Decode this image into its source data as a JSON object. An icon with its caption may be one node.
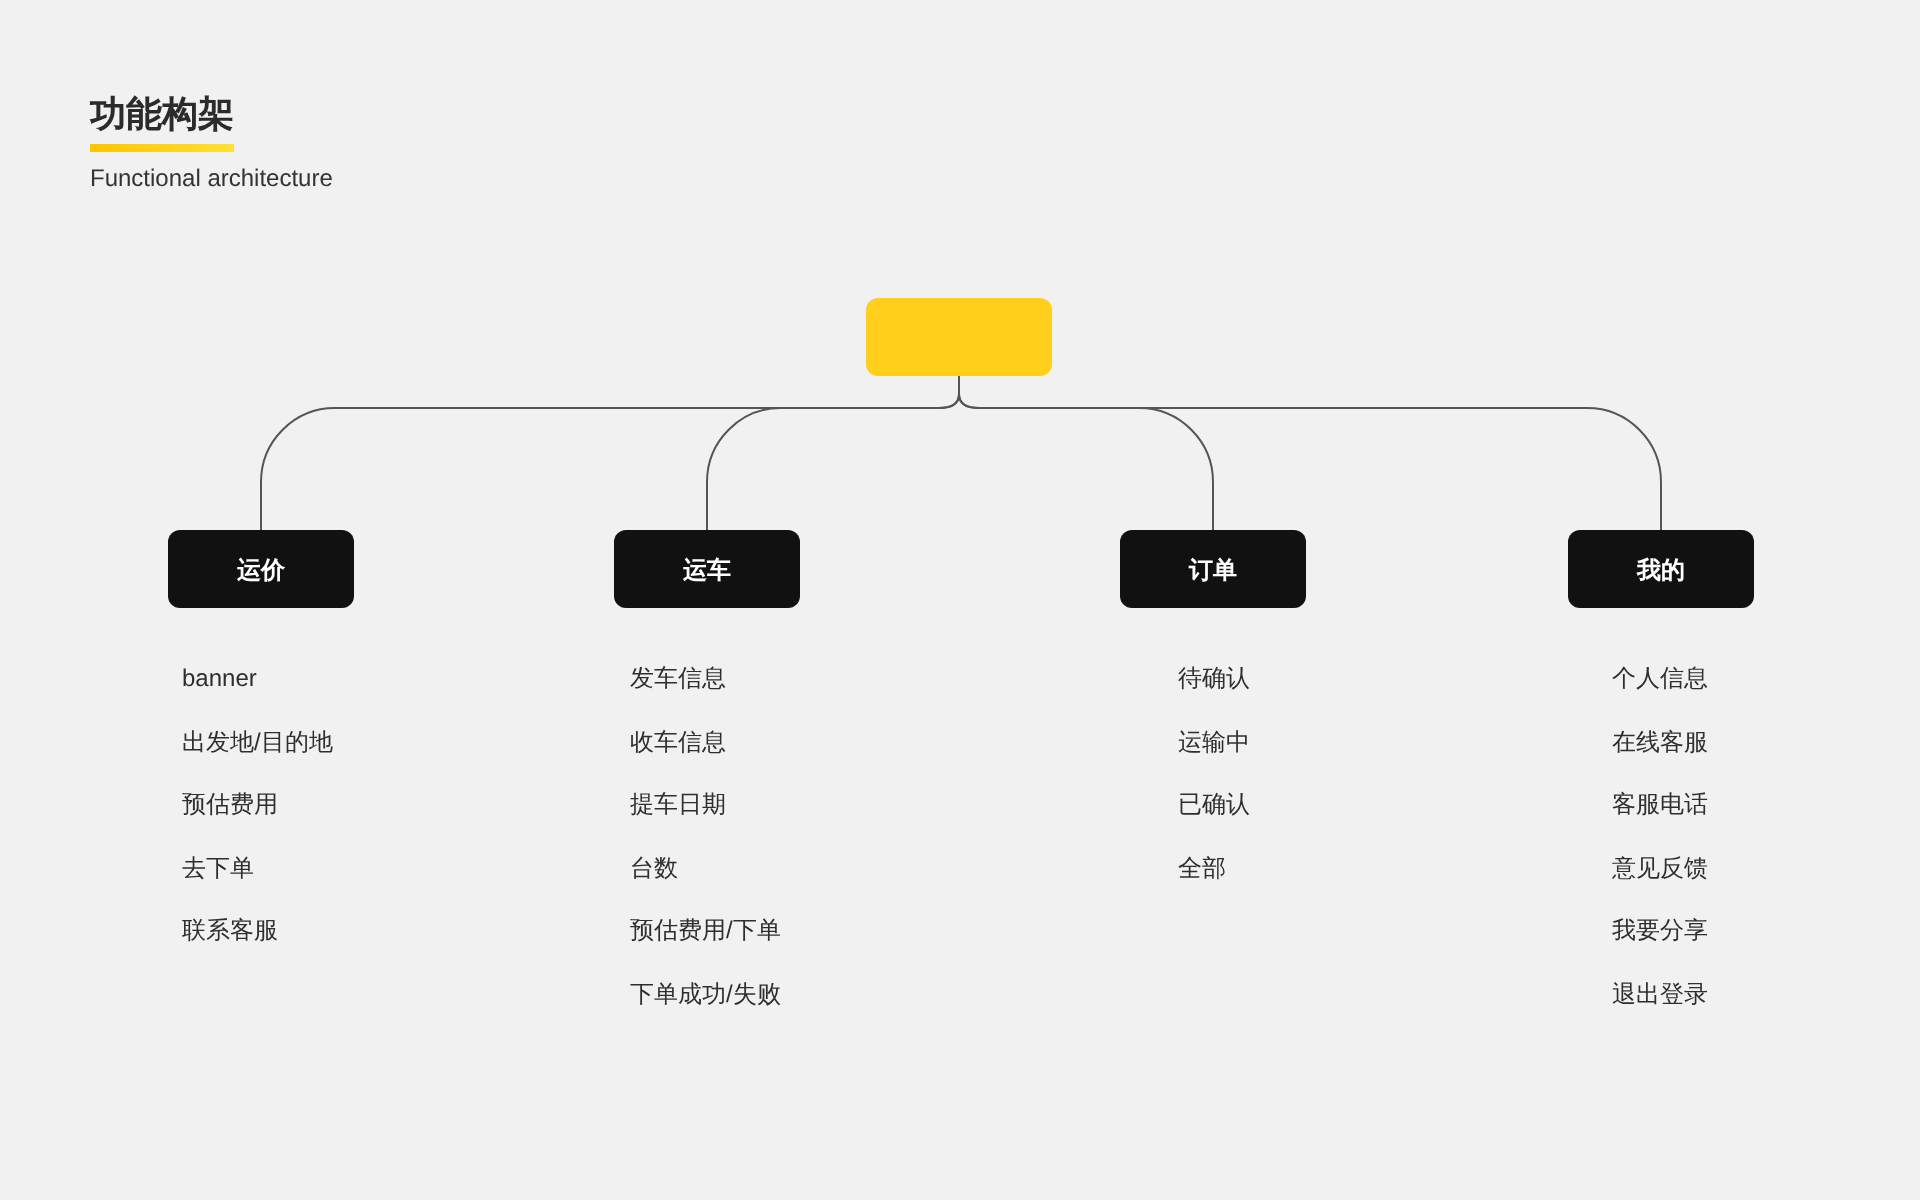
{
  "diagram": {
    "title": "功能构架",
    "nodes": [
      {
        "text": [],
        "shape": "box"
      },
      {
        "text": [
          "运价"
        ],
        "beside": [
          "banner",
          "出发地/目的地",
          "预估费用",
          "去下单",
          "联系客服"
        ]
      },
      {
        "text": [
          "运车"
        ],
        "beside": [
          "发车信息",
          "收车信息",
          "提车日期",
          "台数",
          "预估费用/下单",
          "下单成功/失败"
        ]
      },
      {
        "text": [
          "订单"
        ],
        "beside": [
          "待确认",
          "运输中",
          "已确认",
          "全部"
        ]
      },
      {
        "text": [
          "我的"
        ],
        "beside": [
          "个人信息",
          "在线客服",
          "客服电话",
          "意见反馈",
          "我要分享",
          "退出登录"
        ]
      }
    ],
    "edges": [
      {
        "from": 0,
        "to": 1,
        "arrow": "none"
      },
      {
        "from": 0,
        "to": 2,
        "arrow": "none"
      },
      {
        "from": 0,
        "to": 3,
        "arrow": "none"
      },
      {
        "from": 0,
        "to": 4,
        "arrow": "none"
      }
    ],
    "labels": [
      "Functional architecture"
    ]
  }
}
